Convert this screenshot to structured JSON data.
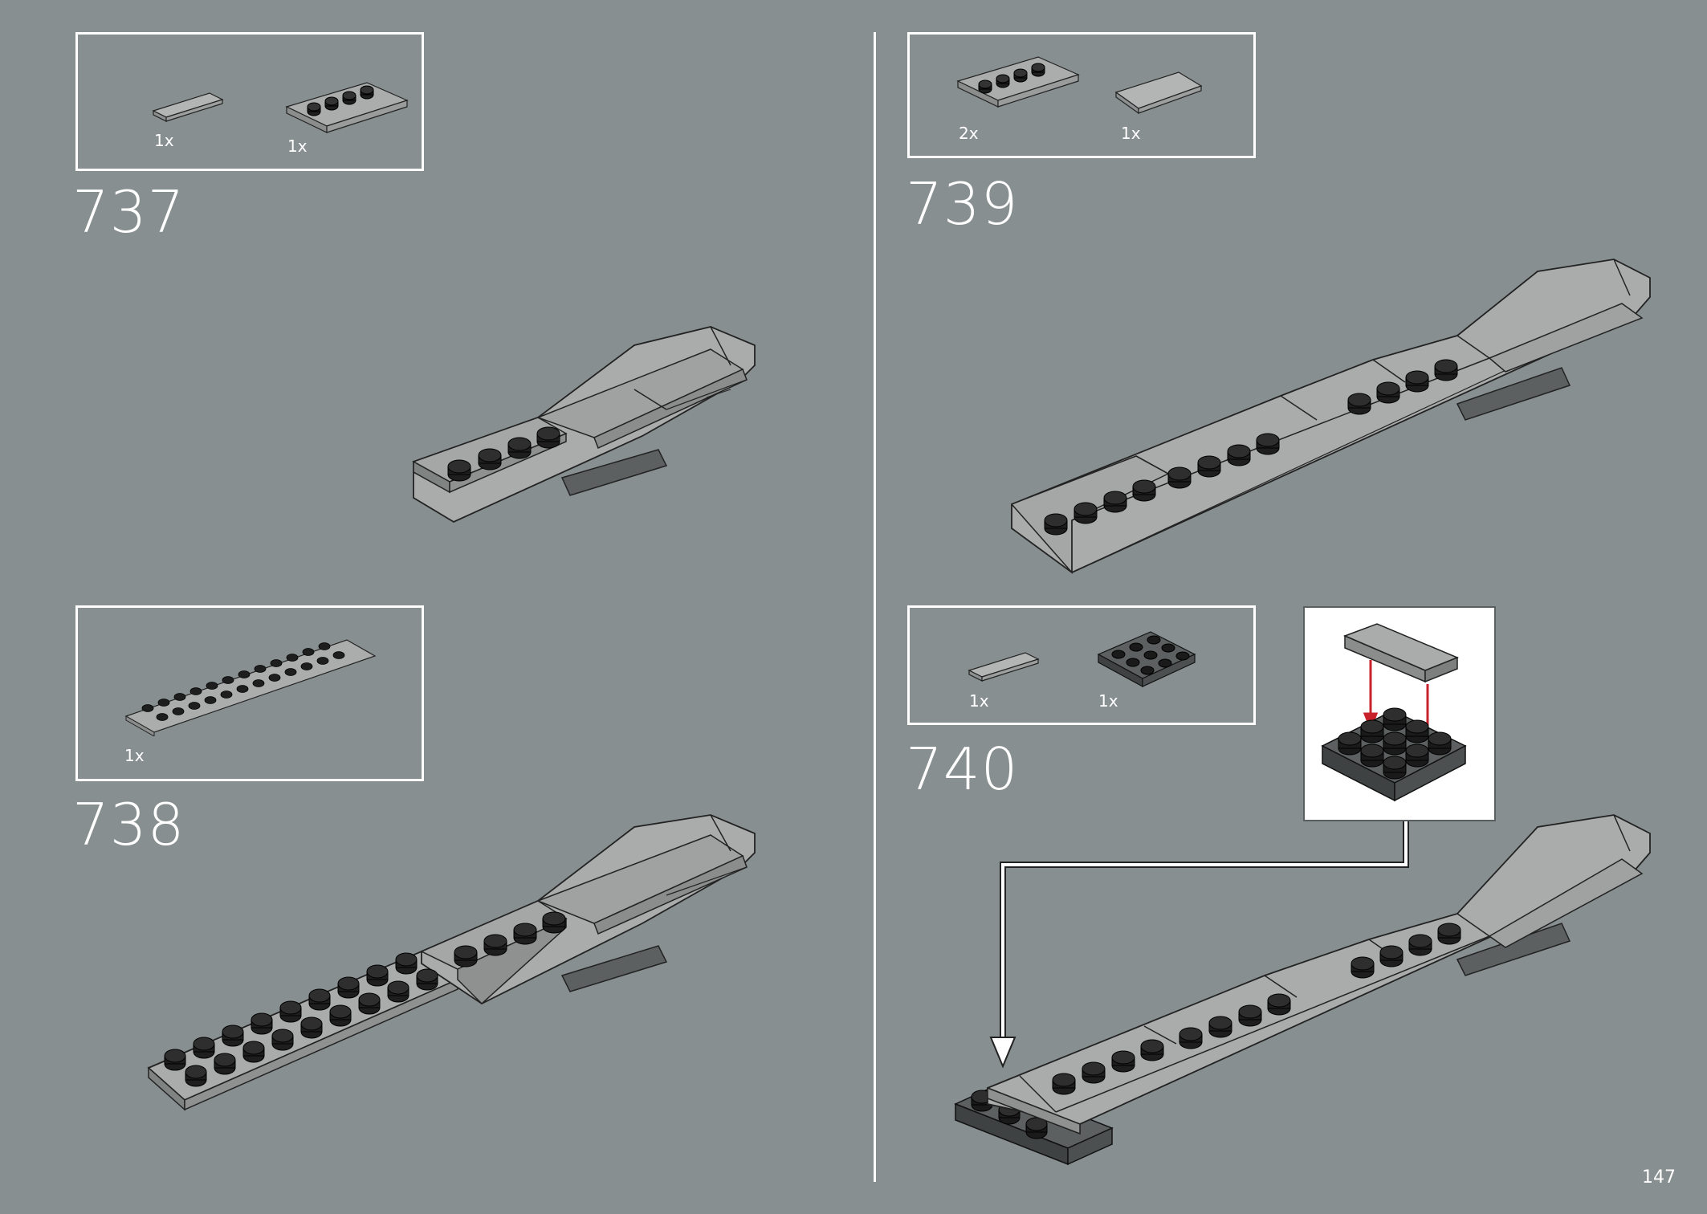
{
  "steps": [
    {
      "number": "737",
      "parts": [
        {
          "qty": "1x",
          "icon": "tile-1x4"
        },
        {
          "qty": "1x",
          "icon": "plate-2x4-studs-edge"
        }
      ]
    },
    {
      "number": "738",
      "parts": [
        {
          "qty": "1x",
          "icon": "plate-2x12"
        }
      ]
    },
    {
      "number": "739",
      "parts": [
        {
          "qty": "2x",
          "icon": "plate-2x4-studs-edge"
        },
        {
          "qty": "1x",
          "icon": "tile-2x4"
        }
      ]
    },
    {
      "number": "740",
      "parts": [
        {
          "qty": "1x",
          "icon": "tile-1x4"
        },
        {
          "qty": "1x",
          "icon": "plate-3x3-dark"
        }
      ]
    }
  ],
  "page_number": "147",
  "colors": {
    "background": "#888f90",
    "light_gray_brick": "#a9acab",
    "dark_gray_brick": "#5c6060",
    "stud": "#1e1e1e",
    "callout_arrow": "#c8232c"
  }
}
